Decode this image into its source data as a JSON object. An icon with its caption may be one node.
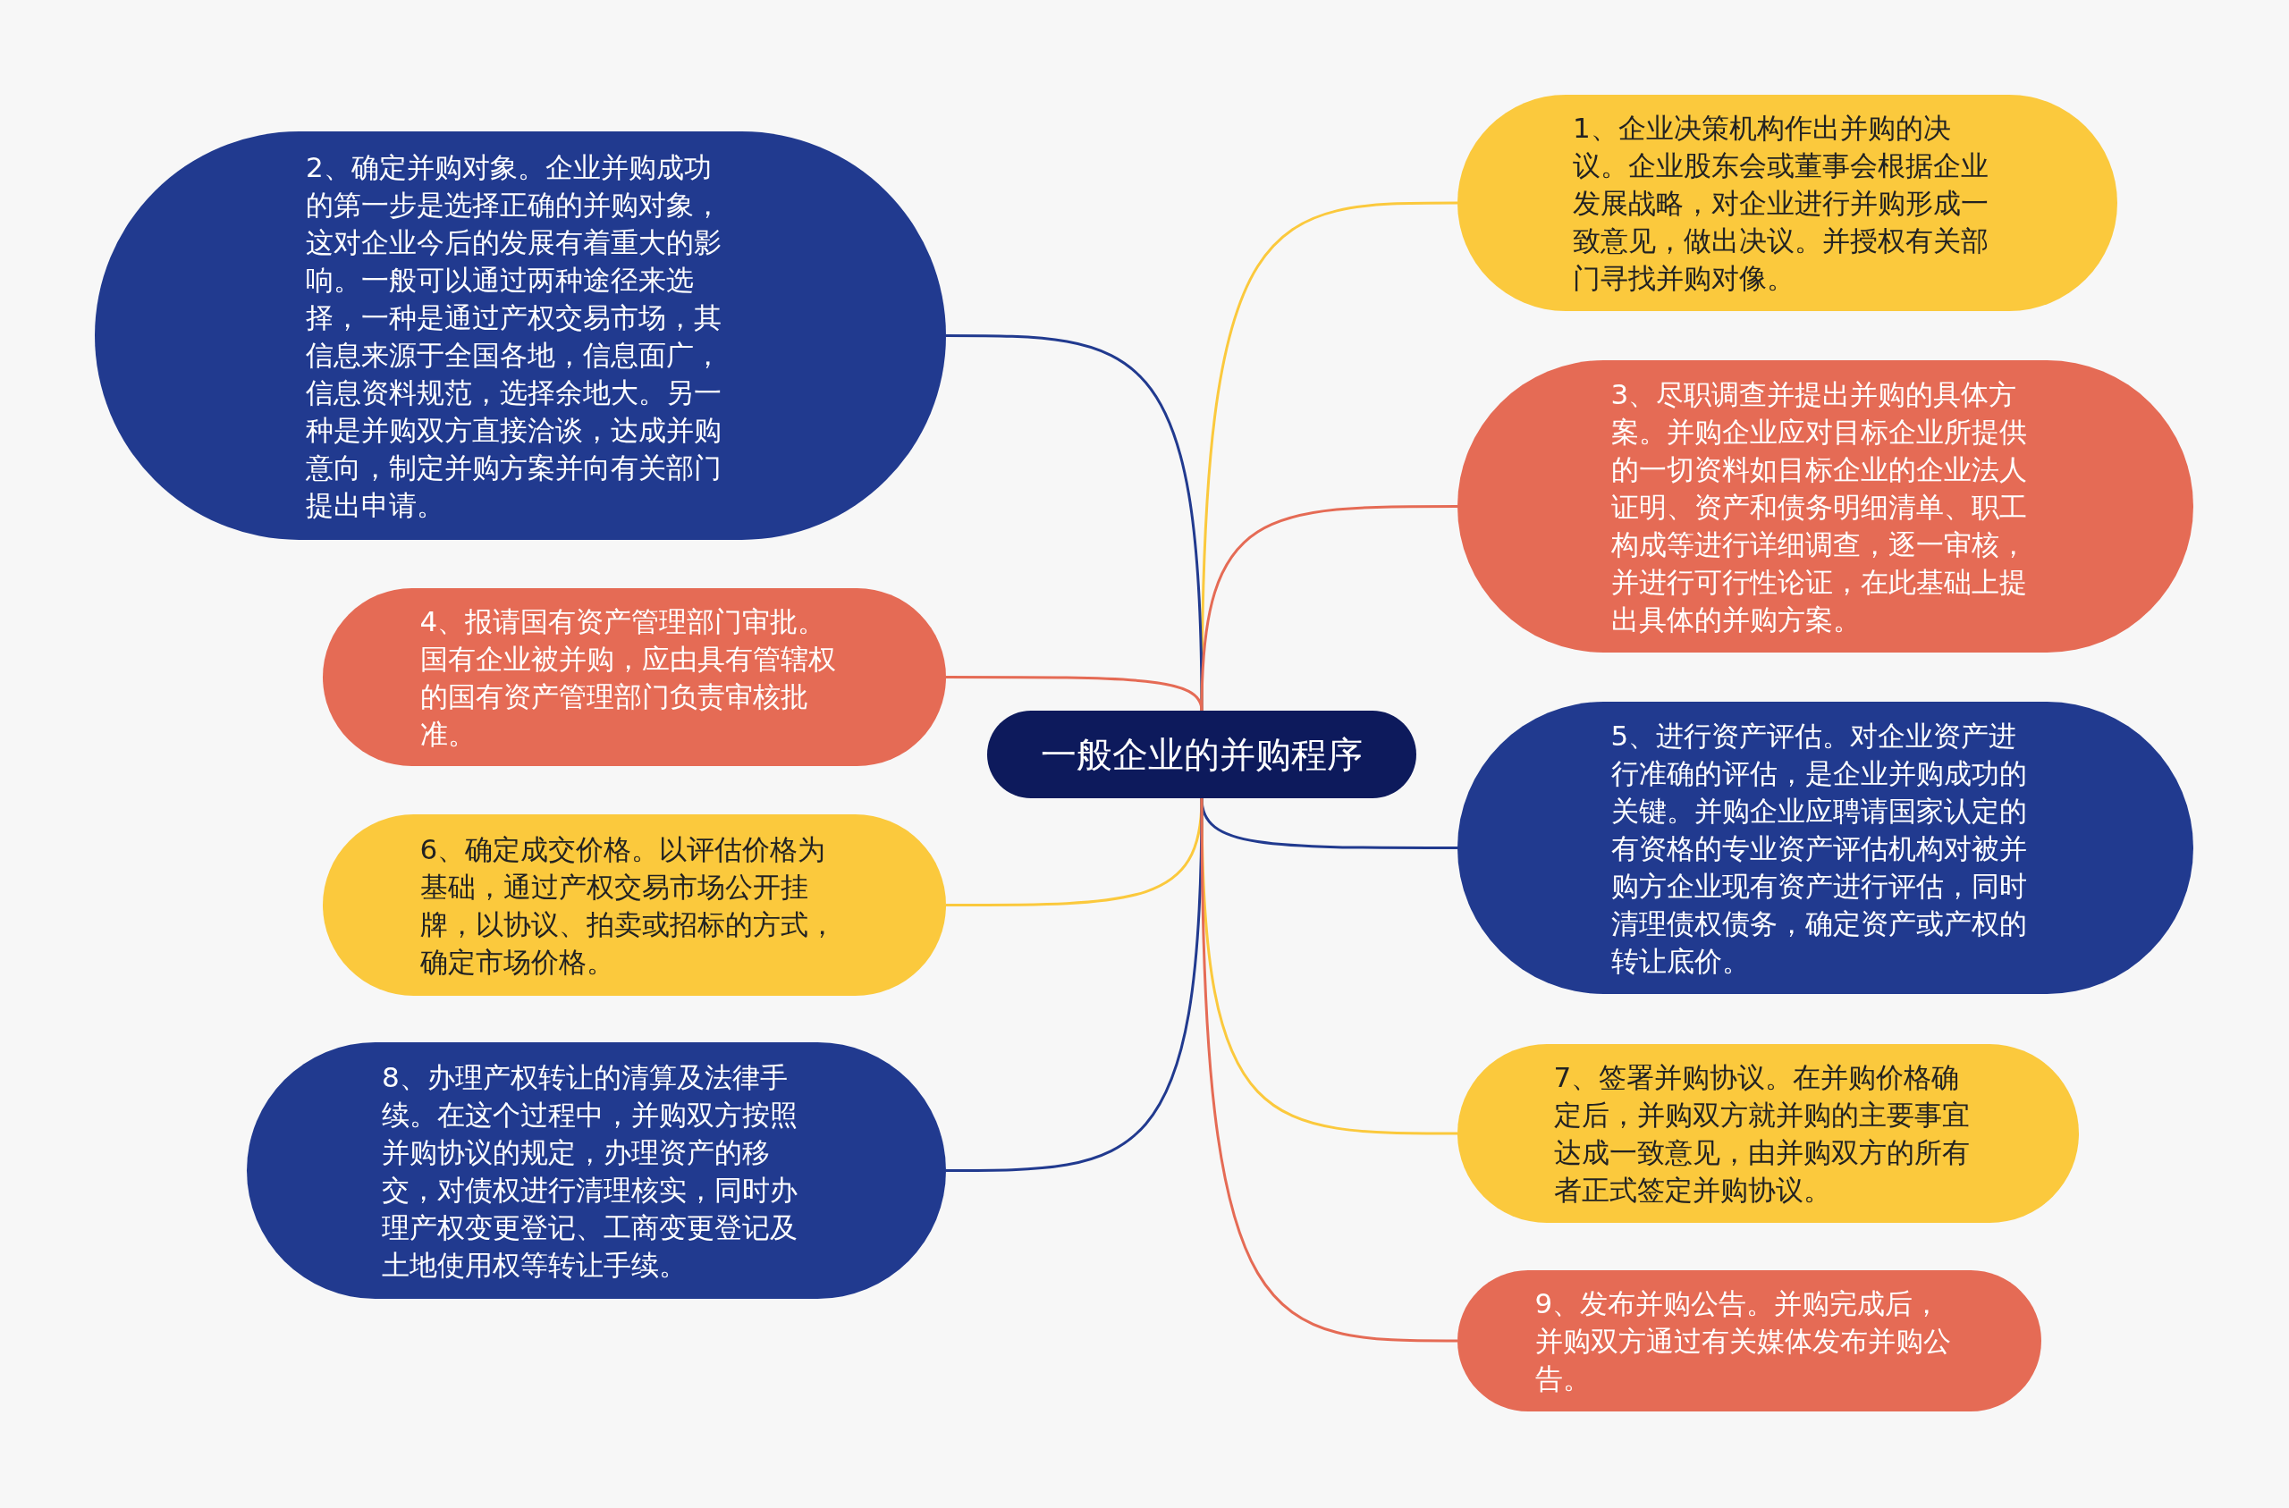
{
  "diagram": {
    "nodes": [
      {
        "text": [
          "一般企业的并购程序"
        ]
      },
      {
        "text": [
          "1、企业决策机构作出并购的决议。企业股东会或董事会根据企业发展战略，对企业进行并购形成一致意见，做出决议。并授权有关部门寻找并购对像。"
        ]
      },
      {
        "text": [
          "2、确定并购对象。企业并购成功的第一步是选择正确的并购对象，这对企业今后的发展有着重大的影响。一般可以通过两种途径来选择，一种是通过产权交易市场，其信息来源于全国各地，信息面广，信息资料规范，选择余地大。另一种是并购双方直接洽谈，达成并购意向，制定并购方案并向有关部门提出申请。"
        ]
      },
      {
        "text": [
          "3、尽职调查并提出并购的具体方案。并购企业应对目标企业所提供的一切资料如目标企业的企业法人证明、资产和债务明细清单、职工构成等进行详细调查，逐一审核，并进行可行性论证，在此基础上提出具体的并购方案。"
        ]
      },
      {
        "text": [
          "4、报请国有资产管理部门审批。国有企业被并购，应由具有管辖权的国有资产管理部门负责审核批准。"
        ]
      },
      {
        "text": [
          "5、进行资产评估。对企业资产进行准确的评估，是企业并购成功的关键。并购企业应聘请国家认定的有资格的专业资产评估机构对被并购方企业现有资产进行评估，同时清理债权债务，确定资产或产权的转让底价。"
        ]
      },
      {
        "text": [
          "6、确定成交价格。以评估价格为基础，通过产权交易市场公开挂牌，以协议、拍卖或招标的方式，确定市场价格。"
        ]
      },
      {
        "text": [
          "7、签署并购协议。在并购价格确定后，并购双方就并购的主要事宜达成一致意见，由并购双方的所有者正式签定并购协议。"
        ]
      },
      {
        "text": [
          "8、办理产权转让的清算及法律手续。在这个过程中，并购双方按照并购协议的规定，办理资产的移交，对债权进行清理核实，同时办理产权变更登记、工商变更登记及土地使用权等转让手续。"
        ]
      },
      {
        "text": [
          "9、发布并购公告。并购完成后，并购双方通过有关媒体发布并购公告。"
        ]
      }
    ],
    "edges": [
      {
        "from": 0,
        "to": 1,
        "arrow": "none",
        "color": "#fbc93d"
      },
      {
        "from": 0,
        "to": 2,
        "arrow": "none",
        "color": "#213a8f"
      },
      {
        "from": 0,
        "to": 3,
        "arrow": "none",
        "color": "#e56b55"
      },
      {
        "from": 0,
        "to": 4,
        "arrow": "none",
        "color": "#e56b55"
      },
      {
        "from": 0,
        "to": 5,
        "arrow": "none",
        "color": "#213a8f"
      },
      {
        "from": 0,
        "to": 6,
        "arrow": "none",
        "color": "#fbc93d"
      },
      {
        "from": 0,
        "to": 7,
        "arrow": "none",
        "color": "#fbc93d"
      },
      {
        "from": 0,
        "to": 8,
        "arrow": "none",
        "color": "#213a8f"
      },
      {
        "from": 0,
        "to": 9,
        "arrow": "none",
        "color": "#e56b55"
      }
    ]
  }
}
